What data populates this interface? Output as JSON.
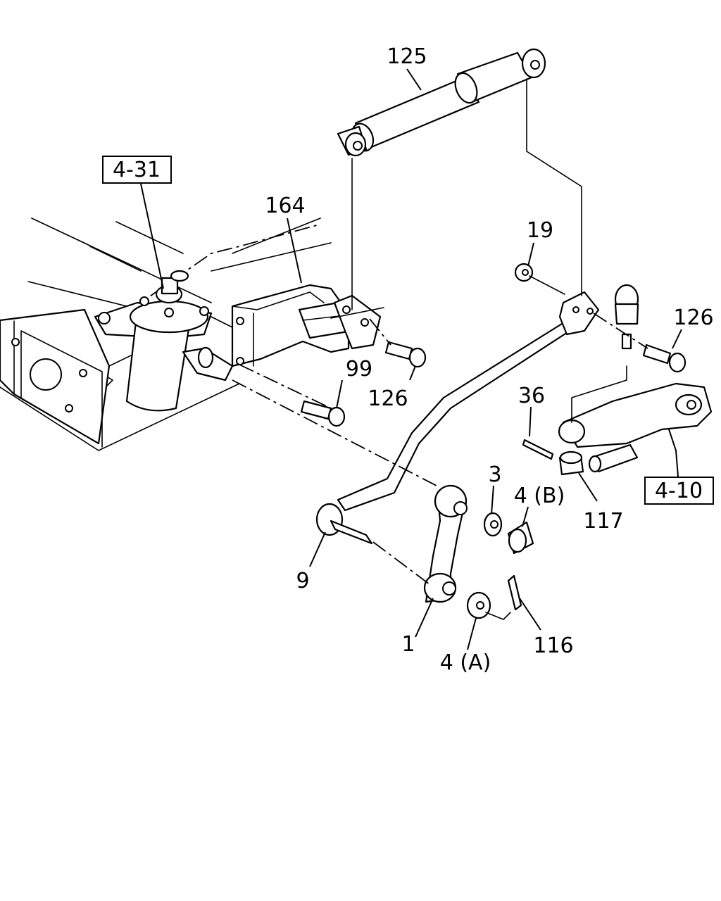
{
  "references": [
    {
      "id": "ref-4-31",
      "text": "4-31"
    },
    {
      "id": "ref-4-10",
      "text": "4-10"
    }
  ],
  "callouts": {
    "p125": "125",
    "p164": "164",
    "p19": "19",
    "p126a": "126",
    "p126b": "126",
    "p99": "99",
    "p36": "36",
    "p3": "3",
    "p4b": "4 (B)",
    "p117": "117",
    "p9": "9",
    "p1": "1",
    "p4a": "4 (A)",
    "p116": "116"
  }
}
